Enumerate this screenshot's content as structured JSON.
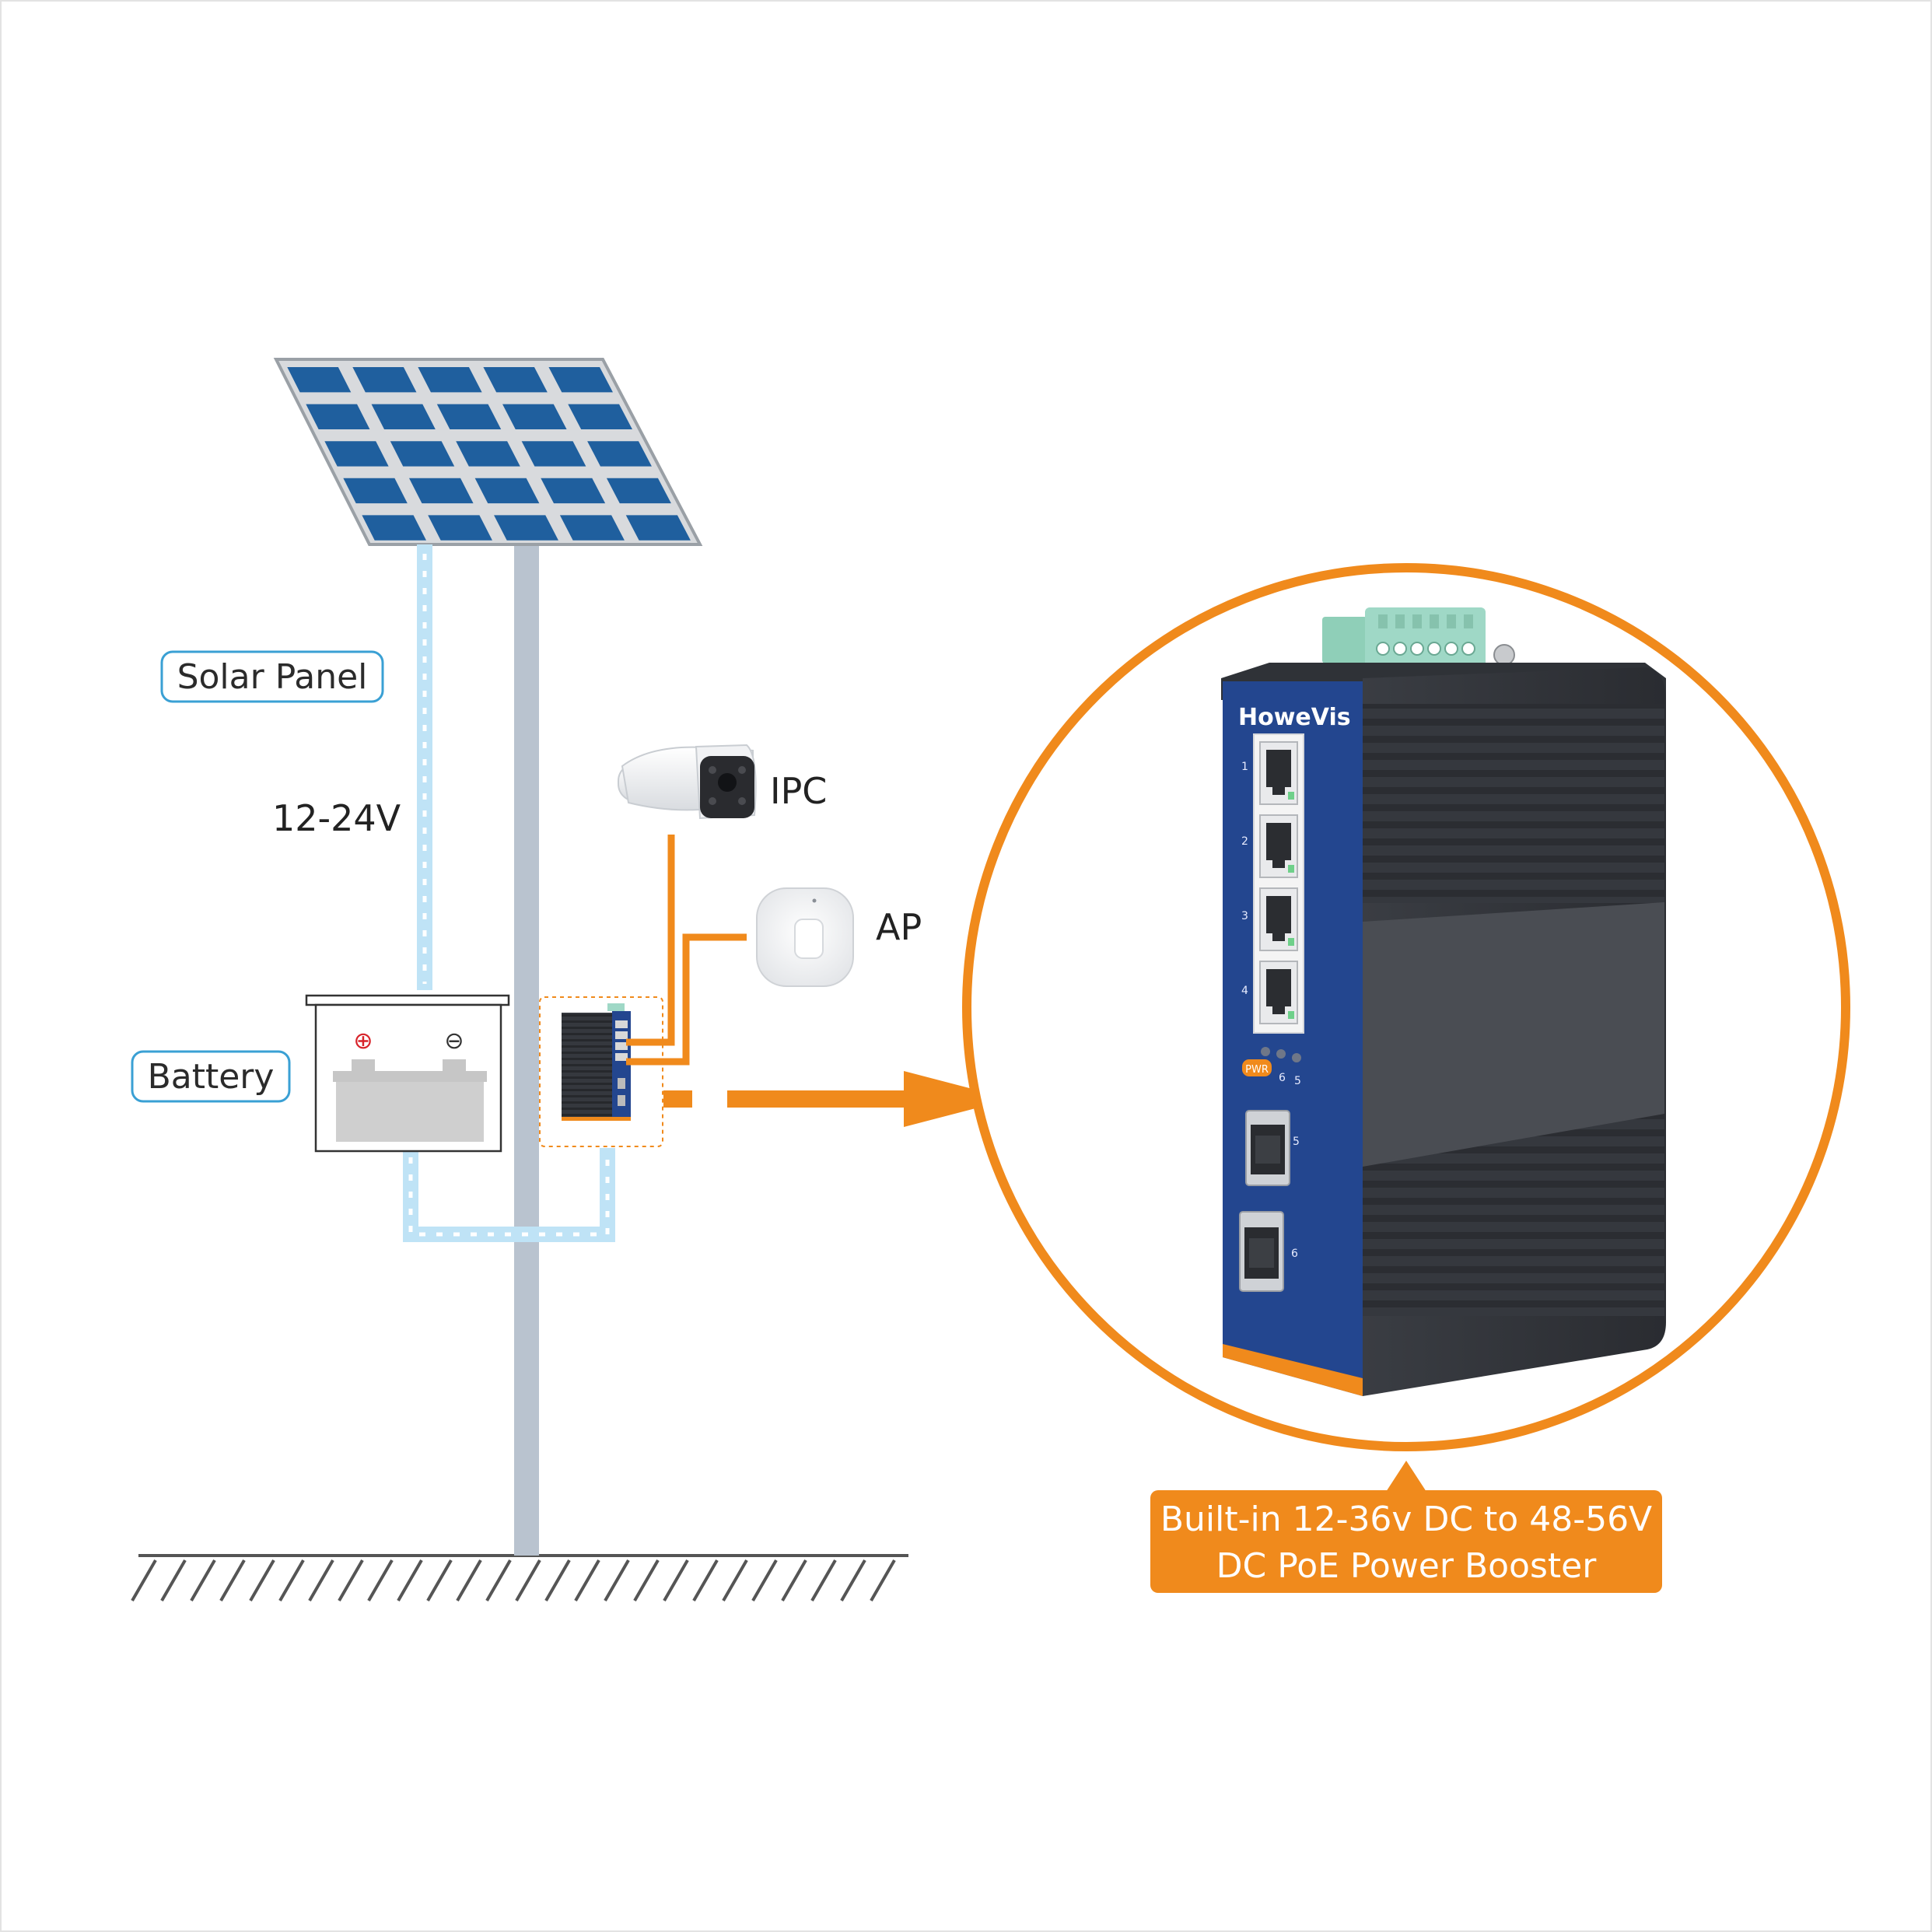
{
  "labels": {
    "solar_panel": "Solar Panel",
    "voltage": "12-24V",
    "battery": "Battery",
    "ipc": "IPC",
    "ap": "AP"
  },
  "battery_terminals": {
    "positive": "⊕",
    "negative": "⊖"
  },
  "device": {
    "brand": "HoweVis",
    "port_numbers": [
      "1",
      "2",
      "3",
      "4"
    ],
    "led_label": "PWR",
    "led_numbers": [
      "6",
      "5"
    ],
    "sfp_numbers": [
      "5",
      "6"
    ]
  },
  "callout": {
    "line1": "Built-in 12-36v DC to 48-56V",
    "line2": "DC PoE Power Booster"
  },
  "colors": {
    "orange": "#f08a1c",
    "panel_blue": "#1f5f9e",
    "pole_gray": "#b9c3cf",
    "flow_blue": "#bfe3f6",
    "device_blue": "#23468f",
    "tag_border": "#3aa0d4"
  },
  "icons": [
    "solar-panel-icon",
    "battery-icon",
    "ip-camera-icon",
    "access-point-icon",
    "poe-switch-icon",
    "arrow-right-icon"
  ]
}
